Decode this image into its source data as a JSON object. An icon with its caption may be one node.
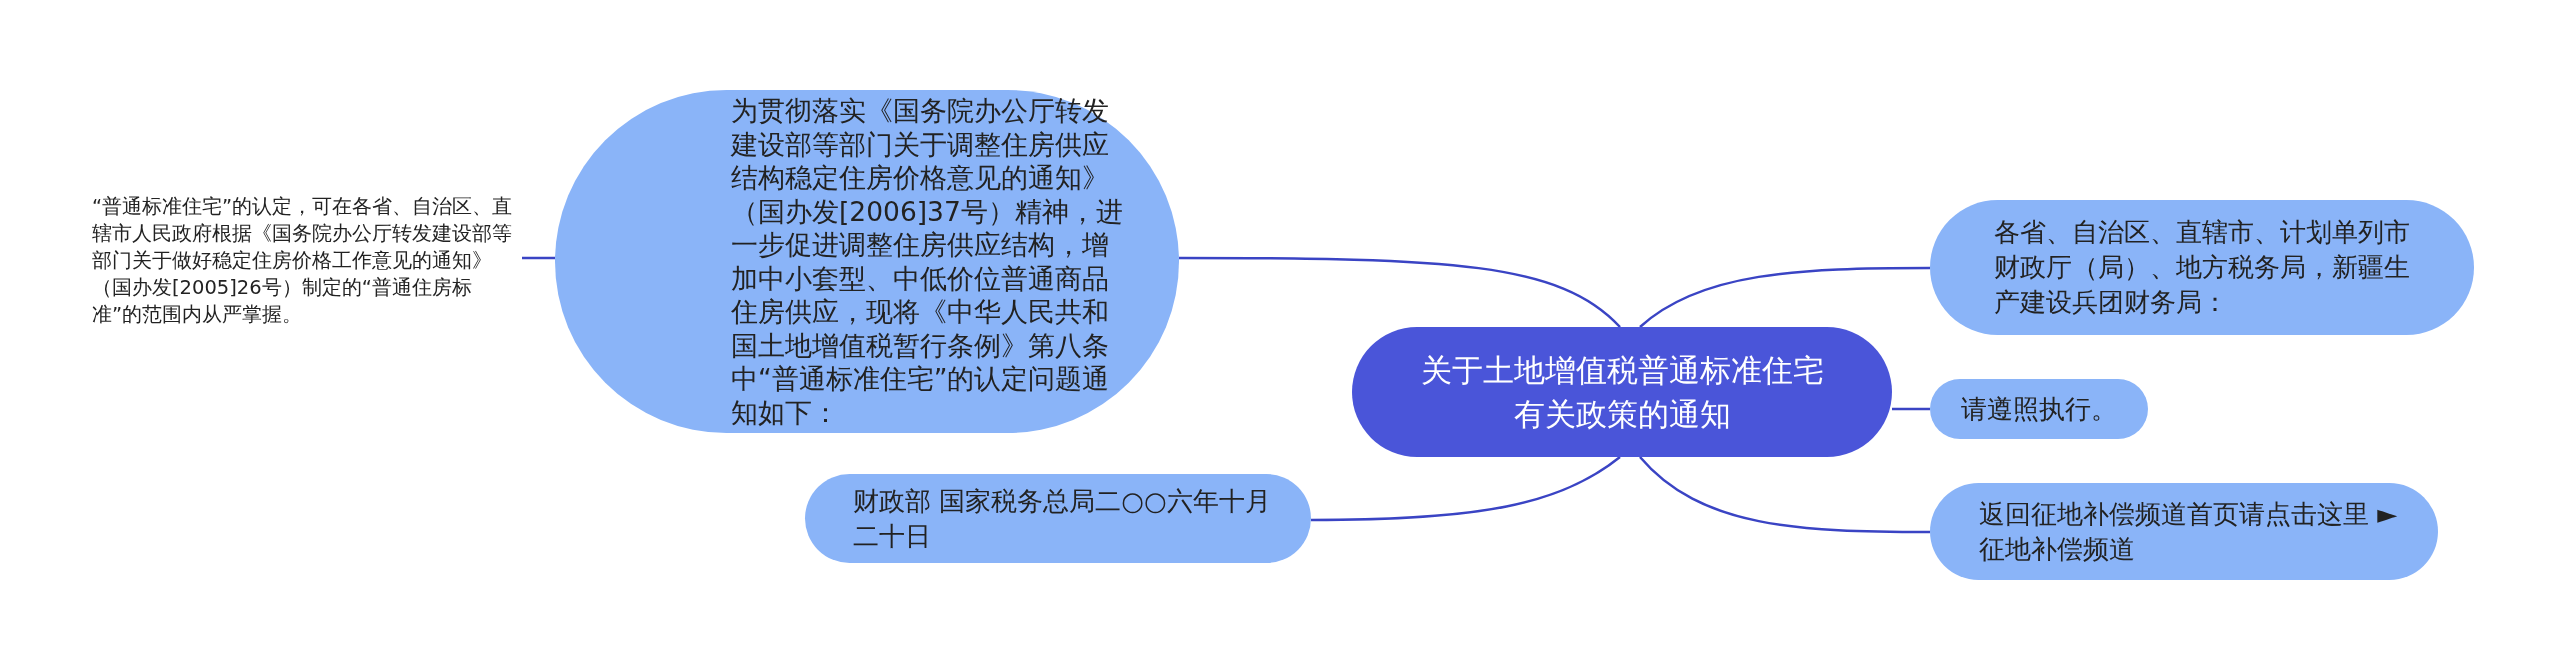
{
  "diagram": {
    "nodes": [
      {
        "text": [
          "关于土地增值税普通标准住宅有关政策的通知"
        ]
      },
      {
        "text": [
          "为贯彻落实《国务院办公厅转发建设部等部门关于调整住房供应结构稳定住房价格意见的通知》（国办发[2006]37号）精神，进一步促进调整住房供应结构，增加中小套型、中低价位普通商品住房供应，现将《中华人民共和国土地增值税暂行条例》第八条中“普通标准住宅”的认定问题通知如下："
        ]
      },
      {
        "text": [
          "“普通标准住宅”的认定，可在各省、自治区、直辖市人民政府根据《国务院办公厅转发建设部等部门关于做好稳定住房价格工作意见的通知》（国办发[2005]26号）制定的“普通住房标准”的范围内从严掌握。"
        ]
      },
      {
        "text": [
          "财政部 国家税务总局二○○六年十月二十日"
        ]
      },
      {
        "text": [
          "各省、自治区、直辖市、计划单列市财政厅（局）、地方税务局，新疆生产建设兵团财务局："
        ]
      },
      {
        "text": [
          "请遵照执行。"
        ]
      },
      {
        "text": [
          "返回征地补偿频道首页请点击这里 ►征地补偿频道"
        ]
      }
    ],
    "edges": [
      {
        "from": 0,
        "to": 1,
        "arrow": "none"
      },
      {
        "from": 1,
        "to": 2,
        "arrow": "none"
      },
      {
        "from": 0,
        "to": 3,
        "arrow": "none"
      },
      {
        "from": 0,
        "to": 4,
        "arrow": "none"
      },
      {
        "from": 0,
        "to": 5,
        "arrow": "none"
      },
      {
        "from": 0,
        "to": 6,
        "arrow": "none"
      }
    ]
  }
}
